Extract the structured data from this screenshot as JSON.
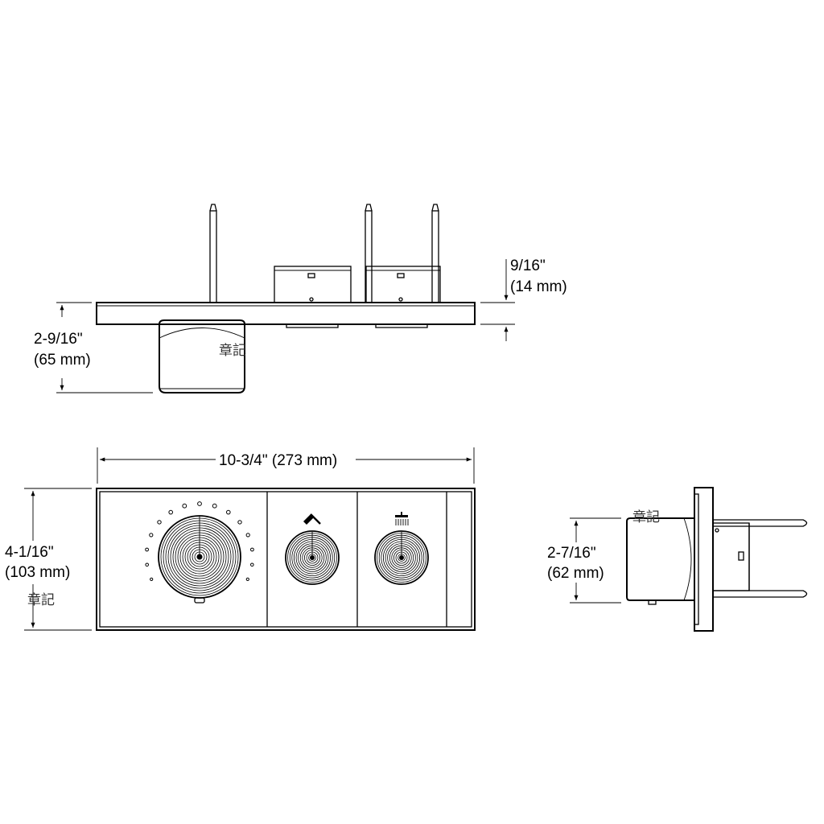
{
  "dimensions": {
    "top_view_depth": "9/16\"",
    "top_view_depth_mm": "(14 mm)",
    "top_view_projection": "2-9/16\"",
    "top_view_projection_mm": "(65 mm)",
    "front_width": "10-3/4\" (273 mm)",
    "front_height": "4-1/16\"",
    "front_height_mm": "(103 mm)",
    "side_height": "2-7/16\"",
    "side_height_mm": "(62 mm)"
  },
  "watermark": "章記",
  "icons": {
    "handshower": "handshower-icon",
    "showerhead": "showerhead-icon"
  }
}
